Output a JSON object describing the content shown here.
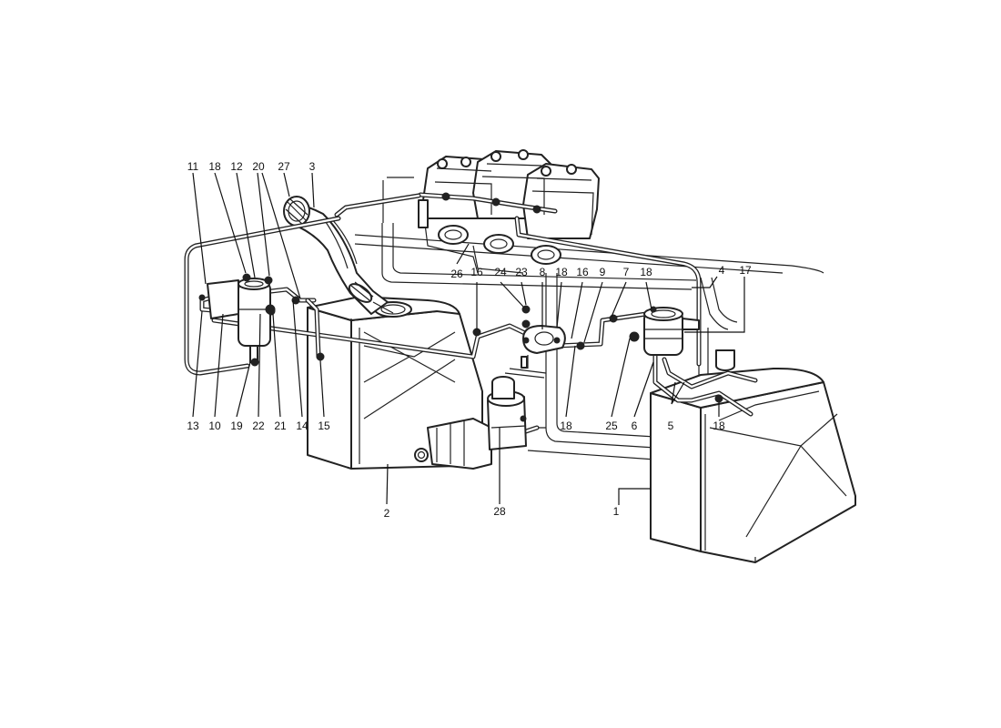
{
  "callouts": [
    {
      "id": "c1",
      "text": "1"
    },
    {
      "id": "c2",
      "text": "2"
    },
    {
      "id": "c3",
      "text": "3"
    },
    {
      "id": "c4",
      "text": "4"
    },
    {
      "id": "c5",
      "text": "5"
    },
    {
      "id": "c6",
      "text": "6"
    },
    {
      "id": "c7",
      "text": "7"
    },
    {
      "id": "c8",
      "text": "8"
    },
    {
      "id": "c9",
      "text": "9"
    },
    {
      "id": "c10",
      "text": "10"
    },
    {
      "id": "c11",
      "text": "11"
    },
    {
      "id": "c12",
      "text": "12"
    },
    {
      "id": "c13",
      "text": "13"
    },
    {
      "id": "c14",
      "text": "14"
    },
    {
      "id": "c15",
      "text": "15"
    },
    {
      "id": "c16a",
      "text": "16"
    },
    {
      "id": "c16b",
      "text": "16"
    },
    {
      "id": "c17",
      "text": "17"
    },
    {
      "id": "c18a",
      "text": "18"
    },
    {
      "id": "c18b",
      "text": "18"
    },
    {
      "id": "c18c",
      "text": "18"
    },
    {
      "id": "c18d",
      "text": "18"
    },
    {
      "id": "c18e",
      "text": "18"
    },
    {
      "id": "c19",
      "text": "19"
    },
    {
      "id": "c20",
      "text": "20"
    },
    {
      "id": "c21",
      "text": "21"
    },
    {
      "id": "c22",
      "text": "22"
    },
    {
      "id": "c23",
      "text": "23"
    },
    {
      "id": "c24",
      "text": "24"
    },
    {
      "id": "c25",
      "text": "25"
    },
    {
      "id": "c26",
      "text": "26"
    },
    {
      "id": "c27",
      "text": "27"
    },
    {
      "id": "c28",
      "text": "28"
    }
  ]
}
